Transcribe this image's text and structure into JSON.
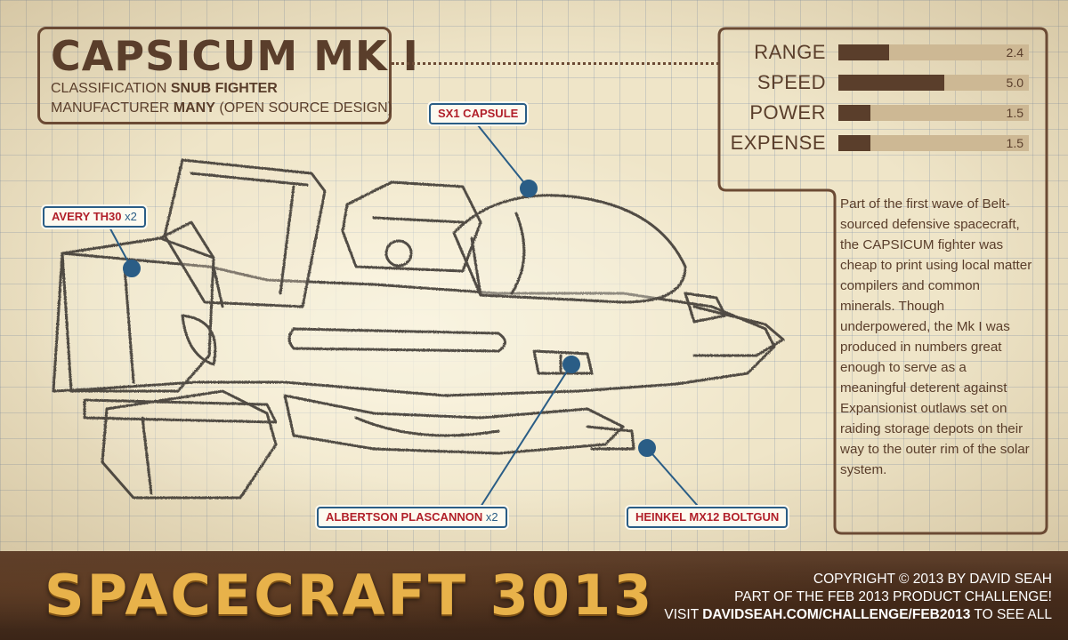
{
  "header": {
    "title": "CAPSICUM MK I",
    "classification_label": "CLASSIFICATION",
    "classification_value": "SNUB FIGHTER",
    "manufacturer_label": "MANUFACTURER",
    "manufacturer_value": "MANY",
    "manufacturer_note": "(OPEN SOURCE DESIGN)"
  },
  "stats": [
    {
      "label": "RANGE",
      "value_text": "2.4",
      "value": 2.4,
      "max": 9
    },
    {
      "label": "SPEED",
      "value_text": "5.0",
      "value": 5.0,
      "max": 9
    },
    {
      "label": "POWER",
      "value_text": "1.5",
      "value": 1.5,
      "max": 9
    },
    {
      "label": "EXPENSE",
      "value_text": "1.5",
      "value": 1.5,
      "max": 9
    }
  ],
  "description": "Part of the first wave of Belt-sourced defensive spacecraft, the CAPSICUM fighter was cheap to print using local matter compilers and common minerals. Though underpowered, the Mk I was produced in numbers great enough to serve as a meaningful deterent against Expansionist outlaws set on raiding storage depots on their way to the outer rim of the solar system.",
  "callouts": {
    "capsule": {
      "name": "SX1 CAPSULE",
      "mult": ""
    },
    "thruster": {
      "name": "AVERY TH30",
      "mult": "x2"
    },
    "cannon": {
      "name": "ALBERTSON PLASCANNON",
      "mult": "x2"
    },
    "boltgun": {
      "name": "HEINKEL MX12 BOLTGUN",
      "mult": ""
    }
  },
  "footer": {
    "title": "SPACECRAFT 3013",
    "copyright": "COPYRIGHT © 2013 BY DAVID SEAH",
    "challenge": "PART OF THE FEB 2013 PRODUCT CHALLENGE!",
    "visit_prefix": "VISIT",
    "visit_url": "DAVIDSEAH.COM/CHALLENGE/FEB2013",
    "visit_suffix": "TO SEE ALL"
  },
  "colors": {
    "ink_brown": "#5a3e2b",
    "callout_blue": "#2a5d86",
    "callout_red": "#b1202a",
    "footer_gold": "#e8b24a"
  }
}
